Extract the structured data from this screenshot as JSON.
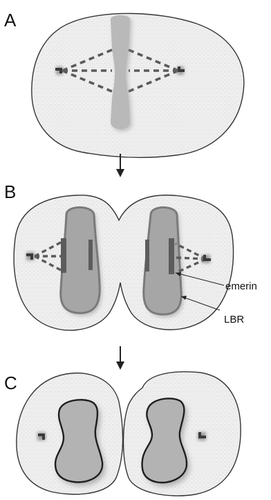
{
  "panels": {
    "a": {
      "letter": "A"
    },
    "b": {
      "letter": "B"
    },
    "c": {
      "letter": "C"
    }
  },
  "callouts": {
    "emerin": "emerin",
    "lbr": "LBR"
  },
  "colors": {
    "cell_fill": "#ececec",
    "cell_stroke": "#333333",
    "chromatin": "#b9b9b9",
    "chromatin_b": "#a6a6a6",
    "nuclear_envelope_b": "#7a7a7a",
    "emerin_patch": "#5c5c5c",
    "nuclear_envelope_c": "#1e1e1e",
    "spindle": "#5a5a5a",
    "centrosome": "#3a3a3a",
    "arrow": "#222222"
  }
}
